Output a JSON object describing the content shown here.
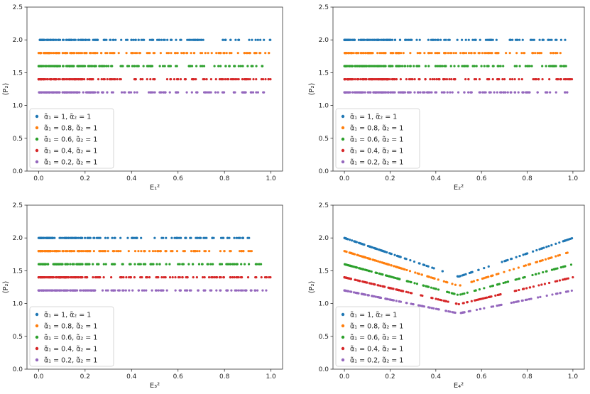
{
  "chart_data": [
    {
      "type": "scatter",
      "xlabel": "E₁²",
      "ylabel": "⟨P₂⟩",
      "xlim": [
        -0.05,
        1.05
      ],
      "ylim": [
        0,
        2.5
      ],
      "xticks": [
        "0.0",
        "0.2",
        "0.4",
        "0.6",
        "0.8",
        "1.0"
      ],
      "yticks": [
        "0.0",
        "0.5",
        "1.0",
        "1.5",
        "2.0",
        "2.5"
      ],
      "legend_position": "lower-left",
      "pattern": "constant",
      "series": [
        {
          "name": "α̃₁ = 1, α̃₂ = 1",
          "color": "#1f77b4",
          "y_at_0": 2.0,
          "y_at_half": 2.0,
          "x_range": [
            0,
            1
          ]
        },
        {
          "name": "α̃₁ = 0.8, α̃₂ = 1",
          "color": "#ff7f0e",
          "y_at_0": 1.8,
          "y_at_half": 1.8,
          "x_range": [
            0,
            1
          ]
        },
        {
          "name": "α̃₁ = 0.6, α̃₂ = 1",
          "color": "#2ca02c",
          "y_at_0": 1.6,
          "y_at_half": 1.6,
          "x_range": [
            0,
            1
          ]
        },
        {
          "name": "α̃₁ = 0.4, α̃₂ = 1",
          "color": "#d62728",
          "y_at_0": 1.4,
          "y_at_half": 1.4,
          "x_range": [
            0,
            1
          ]
        },
        {
          "name": "α̃₁ = 0.2, α̃₂ = 1",
          "color": "#9467bd",
          "y_at_0": 1.2,
          "y_at_half": 1.2,
          "x_range": [
            0,
            1
          ]
        }
      ]
    },
    {
      "type": "scatter",
      "xlabel": "E₂²",
      "ylabel": "⟨P₂⟩",
      "xlim": [
        -0.05,
        1.05
      ],
      "ylim": [
        0,
        2.5
      ],
      "xticks": [
        "0.0",
        "0.2",
        "0.4",
        "0.6",
        "0.8",
        "1.0"
      ],
      "yticks": [
        "0.0",
        "0.5",
        "1.0",
        "1.5",
        "2.0",
        "2.5"
      ],
      "legend_position": "lower-left",
      "pattern": "constant",
      "series": [
        {
          "name": "α̃₁ = 1, α̃₂ = 1",
          "color": "#1f77b4",
          "y_at_0": 2.0,
          "y_at_half": 2.0,
          "x_range": [
            0,
            0.97
          ]
        },
        {
          "name": "α̃₁ = 0.8, α̃₂ = 1",
          "color": "#ff7f0e",
          "y_at_0": 1.8,
          "y_at_half": 1.8,
          "x_range": [
            0,
            1
          ]
        },
        {
          "name": "α̃₁ = 0.6, α̃₂ = 1",
          "color": "#2ca02c",
          "y_at_0": 1.6,
          "y_at_half": 1.6,
          "x_range": [
            0,
            1
          ]
        },
        {
          "name": "α̃₁ = 0.4, α̃₂ = 1",
          "color": "#d62728",
          "y_at_0": 1.4,
          "y_at_half": 1.4,
          "x_range": [
            0,
            1
          ]
        },
        {
          "name": "α̃₁ = 0.2, α̃₂ = 1",
          "color": "#9467bd",
          "y_at_0": 1.2,
          "y_at_half": 1.2,
          "x_range": [
            0,
            0.98
          ]
        }
      ]
    },
    {
      "type": "scatter",
      "xlabel": "E₃²",
      "ylabel": "⟨P₂⟩",
      "xlim": [
        -0.05,
        1.05
      ],
      "ylim": [
        0,
        2.5
      ],
      "xticks": [
        "0.0",
        "0.2",
        "0.4",
        "0.6",
        "0.8",
        "1.0"
      ],
      "yticks": [
        "0.0",
        "0.5",
        "1.0",
        "1.5",
        "2.0",
        "2.5"
      ],
      "legend_position": "lower-left",
      "pattern": "constant",
      "series": [
        {
          "name": "α̃₁ = 1, α̃₂ = 1",
          "color": "#1f77b4",
          "y_at_0": 2.0,
          "y_at_half": 2.0,
          "x_range": [
            0,
            0.91
          ]
        },
        {
          "name": "α̃₁ = 0.8, α̃₂ = 1",
          "color": "#ff7f0e",
          "y_at_0": 1.8,
          "y_at_half": 1.8,
          "x_range": [
            0,
            0.93
          ]
        },
        {
          "name": "α̃₁ = 0.6, α̃₂ = 1",
          "color": "#2ca02c",
          "y_at_0": 1.6,
          "y_at_half": 1.6,
          "x_range": [
            0,
            0.96
          ]
        },
        {
          "name": "α̃₁ = 0.4, α̃₂ = 1",
          "color": "#d62728",
          "y_at_0": 1.4,
          "y_at_half": 1.4,
          "x_range": [
            0,
            1
          ]
        },
        {
          "name": "α̃₁ = 0.2, α̃₂ = 1",
          "color": "#9467bd",
          "y_at_0": 1.2,
          "y_at_half": 1.2,
          "x_range": [
            0,
            0.98
          ]
        }
      ]
    },
    {
      "type": "scatter",
      "xlabel": "E₄²",
      "ylabel": "⟨P₂⟩",
      "xlim": [
        -0.05,
        1.05
      ],
      "ylim": [
        0,
        2.5
      ],
      "xticks": [
        "0.0",
        "0.2",
        "0.4",
        "0.6",
        "0.8",
        "1.0"
      ],
      "yticks": [
        "0.0",
        "0.5",
        "1.0",
        "1.5",
        "2.0",
        "2.5"
      ],
      "legend_position": "lower-left",
      "pattern": "v-shape",
      "series": [
        {
          "name": "α̃₁ = 1, α̃₂ = 1",
          "color": "#1f77b4",
          "y_at_0": 2.0,
          "y_at_half": 1.41,
          "x_range": [
            0,
            1
          ]
        },
        {
          "name": "α̃₁ = 0.8, α̃₂ = 1",
          "color": "#ff7f0e",
          "y_at_0": 1.8,
          "y_at_half": 1.27,
          "x_range": [
            0,
            1
          ]
        },
        {
          "name": "α̃₁ = 0.6, α̃₂ = 1",
          "color": "#2ca02c",
          "y_at_0": 1.6,
          "y_at_half": 1.13,
          "x_range": [
            0,
            1
          ]
        },
        {
          "name": "α̃₁ = 0.4, α̃₂ = 1",
          "color": "#d62728",
          "y_at_0": 1.4,
          "y_at_half": 0.99,
          "x_range": [
            0,
            1
          ]
        },
        {
          "name": "α̃₁ = 0.2, α̃₂ = 1",
          "color": "#9467bd",
          "y_at_0": 1.2,
          "y_at_half": 0.85,
          "x_range": [
            0,
            1
          ]
        }
      ]
    }
  ]
}
